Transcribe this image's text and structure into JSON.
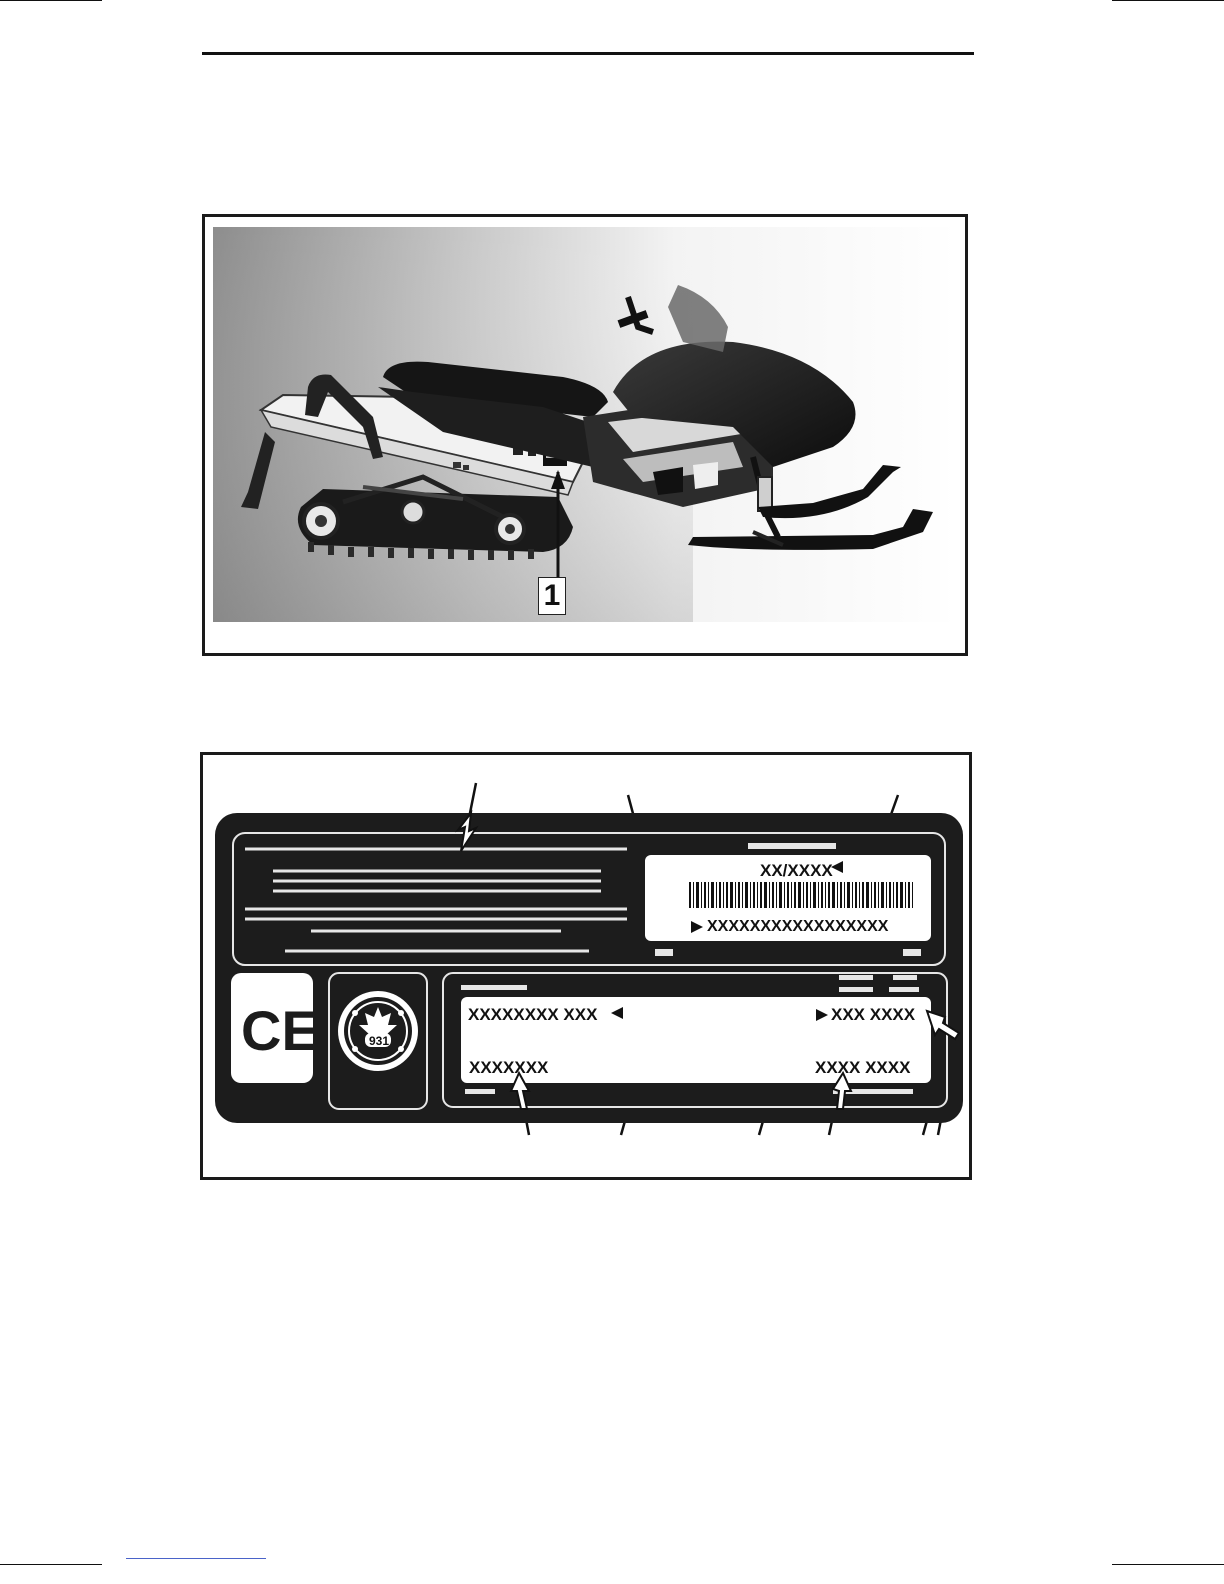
{
  "figure1": {
    "callout_number": "1"
  },
  "figure2": {
    "decal_texts": {
      "date_code": "XX/XXXX",
      "serial_code": "XXXXXXXXXXXXXXXXX",
      "field_top_left": "XXXXXXXX XXX",
      "field_bottom_left": "XXXXXXX",
      "field_top_right": "XXX XXXX",
      "field_bottom_right": "XXXX XXXX"
    },
    "ce_mark": "CE",
    "badge_number": "931"
  },
  "colors": {
    "ink": "#111111",
    "decal_background": "#1c1c1c",
    "panel": "#ffffff",
    "footer_link": "#4a63c9"
  },
  "icons": [
    "snowmobile-photo",
    "ce-mark-icon",
    "maple-leaf-icon",
    "barcode"
  ]
}
